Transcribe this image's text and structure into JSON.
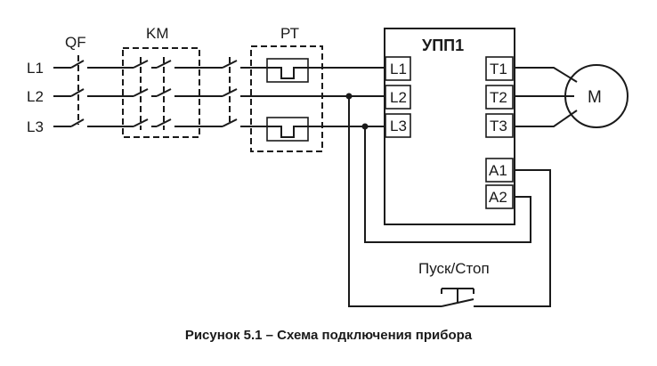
{
  "inputs": {
    "l1": "L1",
    "l2": "L2",
    "l3": "L3"
  },
  "labels": {
    "qf": "QF",
    "km": "KM",
    "pt": "РТ"
  },
  "device": {
    "title": "УПП1",
    "term_in": [
      "L1",
      "L2",
      "L3"
    ],
    "term_out": [
      "T1",
      "T2",
      "T3"
    ],
    "term_ctrl": [
      "A1",
      "A2"
    ]
  },
  "motor": "M",
  "button": "Пуск/Стоп",
  "caption": "Рисунок 5.1 – Схема подключения прибора"
}
